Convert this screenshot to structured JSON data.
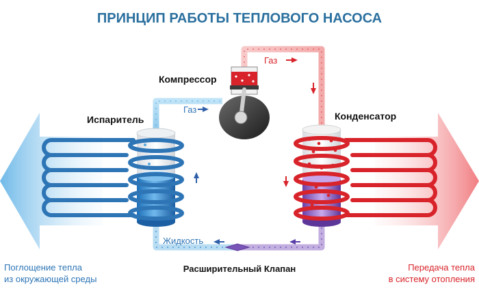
{
  "title": "ПРИНЦИП РАБОТЫ ТЕПЛОВОГО НАСОСА",
  "labels": {
    "compressor": "Компрессор",
    "evaporator": "Испаритель",
    "condenser": "Конденсатор",
    "valve": "Расширительный Клапан",
    "gas_left": "Газ",
    "gas_top": "Газ",
    "liquid": "Жидкость"
  },
  "left_caption": {
    "line1": "Поглощение тепла",
    "line2": "из окружающей среды"
  },
  "right_caption": {
    "line1": "Передача тепла",
    "line2": "в систему отопления"
  },
  "colors": {
    "title": "#2a6f9e",
    "cold": "#2e75b6",
    "cold_light": "#9fd0ee",
    "hot": "#d8232a",
    "hot_light": "#f5b3b3",
    "liquid_purple": "#7a55b8",
    "text": "#111111",
    "caption_left": "#2e75b6",
    "caption_right": "#d8232a"
  },
  "icons": {
    "compressor": "compressor-piston-icon",
    "flow_arrow": "arrow-icon"
  }
}
